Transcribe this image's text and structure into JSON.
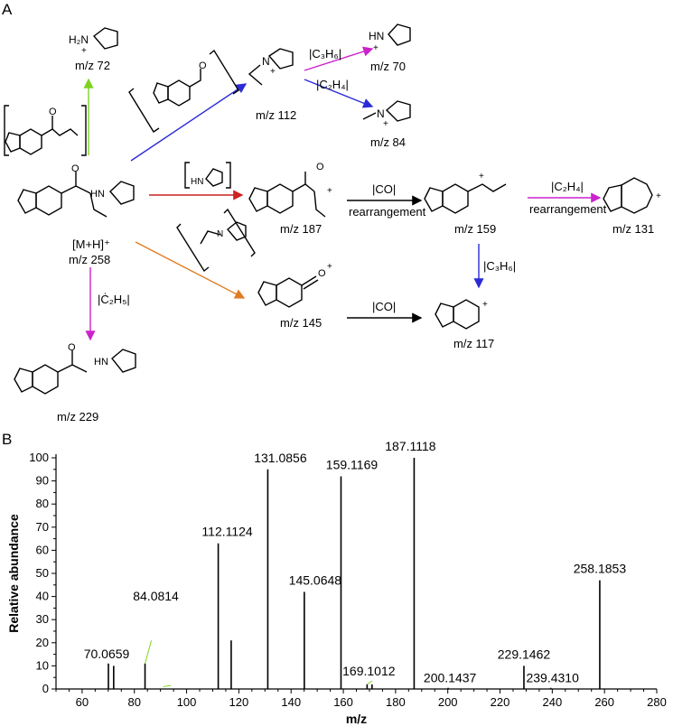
{
  "panel_a": {
    "panel_label": "A",
    "compounds": {
      "m72": "m/z 72",
      "m70": "m/z 70",
      "m84": "m/z 84",
      "m112": "m/z 112",
      "m187": "m/z 187",
      "m159": "m/z 159",
      "m131": "m/z 131",
      "parent_ion": "[M+H]⁺",
      "parent_mz": "m/z 258",
      "m145": "m/z 145",
      "m117": "m/z 117",
      "m229": "m/z 229"
    },
    "losses": {
      "c3h6_to70": "|C₃H₆|",
      "c2h4_to84": "|C₂H₄|",
      "co_to159": "|CO|",
      "rearr_to159": "rearrangement",
      "c2h4_to131": "|C₂H₄|",
      "rearr_to131": "rearrangement",
      "c3h6_to117": "|C₃H₆|",
      "co_to117": "|CO|",
      "c2h5_to229": "|Ċ₂H₅|"
    },
    "atom_labels": {
      "h2n": "H₂N",
      "plus": "+",
      "n": "N",
      "hn": "HN",
      "o": "O"
    },
    "arrow_colors": {
      "green": "#7ed321",
      "blue": "#2b2bd6",
      "magenta": "#cc22cc",
      "red": "#cc2222",
      "orange": "#e07b22",
      "black": "#000000"
    }
  },
  "panel_b": {
    "panel_label": "B"
  },
  "chart_data": {
    "type": "bar",
    "xlabel": "m/z",
    "ylabel": "Relative abundance",
    "xlim": [
      50,
      280
    ],
    "ylim": [
      0,
      100
    ],
    "x_ticks": [
      60,
      80,
      100,
      120,
      140,
      160,
      180,
      200,
      220,
      240,
      260,
      280
    ],
    "y_ticks": [
      0,
      10,
      20,
      30,
      40,
      50,
      60,
      70,
      80,
      90,
      100
    ],
    "peaks": [
      {
        "mz": 70.0659,
        "intensity": 11,
        "label": "70.0659"
      },
      {
        "mz": 72.08,
        "intensity": 10,
        "label": ""
      },
      {
        "mz": 84.0814,
        "intensity": 11,
        "label": "84.0814"
      },
      {
        "mz": 112.1124,
        "intensity": 63,
        "label": "112.1124"
      },
      {
        "mz": 117.07,
        "intensity": 21,
        "label": ""
      },
      {
        "mz": 131.0856,
        "intensity": 95,
        "label": "131.0856"
      },
      {
        "mz": 145.0648,
        "intensity": 42,
        "label": "145.0648"
      },
      {
        "mz": 159.1169,
        "intensity": 92,
        "label": "159.1169"
      },
      {
        "mz": 169.1012,
        "intensity": 2,
        "label": "169.1012"
      },
      {
        "mz": 171.0,
        "intensity": 2,
        "label": ""
      },
      {
        "mz": 187.1118,
        "intensity": 100,
        "label": "187.1118"
      },
      {
        "mz": 200.1437,
        "intensity": 0.5,
        "label": "200.1437"
      },
      {
        "mz": 229.1462,
        "intensity": 10,
        "label": "229.1462"
      },
      {
        "mz": 239.431,
        "intensity": 0.5,
        "label": "239.4310"
      },
      {
        "mz": 258.1853,
        "intensity": 47,
        "label": "258.1853"
      }
    ]
  }
}
